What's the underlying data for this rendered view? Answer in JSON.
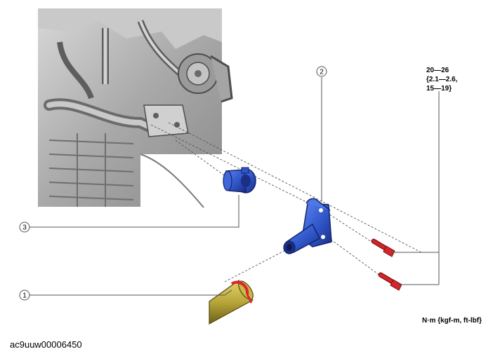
{
  "callouts": [
    {
      "number": "1",
      "part": "water hose"
    },
    {
      "number": "2",
      "part": "water outlet"
    },
    {
      "number": "3",
      "part": "thermostat"
    }
  ],
  "torque_spec": {
    "line1": "20—26",
    "line2": "{2.1—2.6,",
    "line3": "15—19}"
  },
  "unit_note": "N·m {kgf-m, ft-lbf}",
  "image_code": "ac9uuw00006450",
  "colors": {
    "engine": "#b9b9b9",
    "engine_dark": "#5e5e5e",
    "part_blue": "#2f55c8",
    "part_blue_dark": "#1b2f85",
    "bolt_red": "#d4262b",
    "hose_yellow": "#b8a63a",
    "hose_clamp": "#e0232a"
  }
}
